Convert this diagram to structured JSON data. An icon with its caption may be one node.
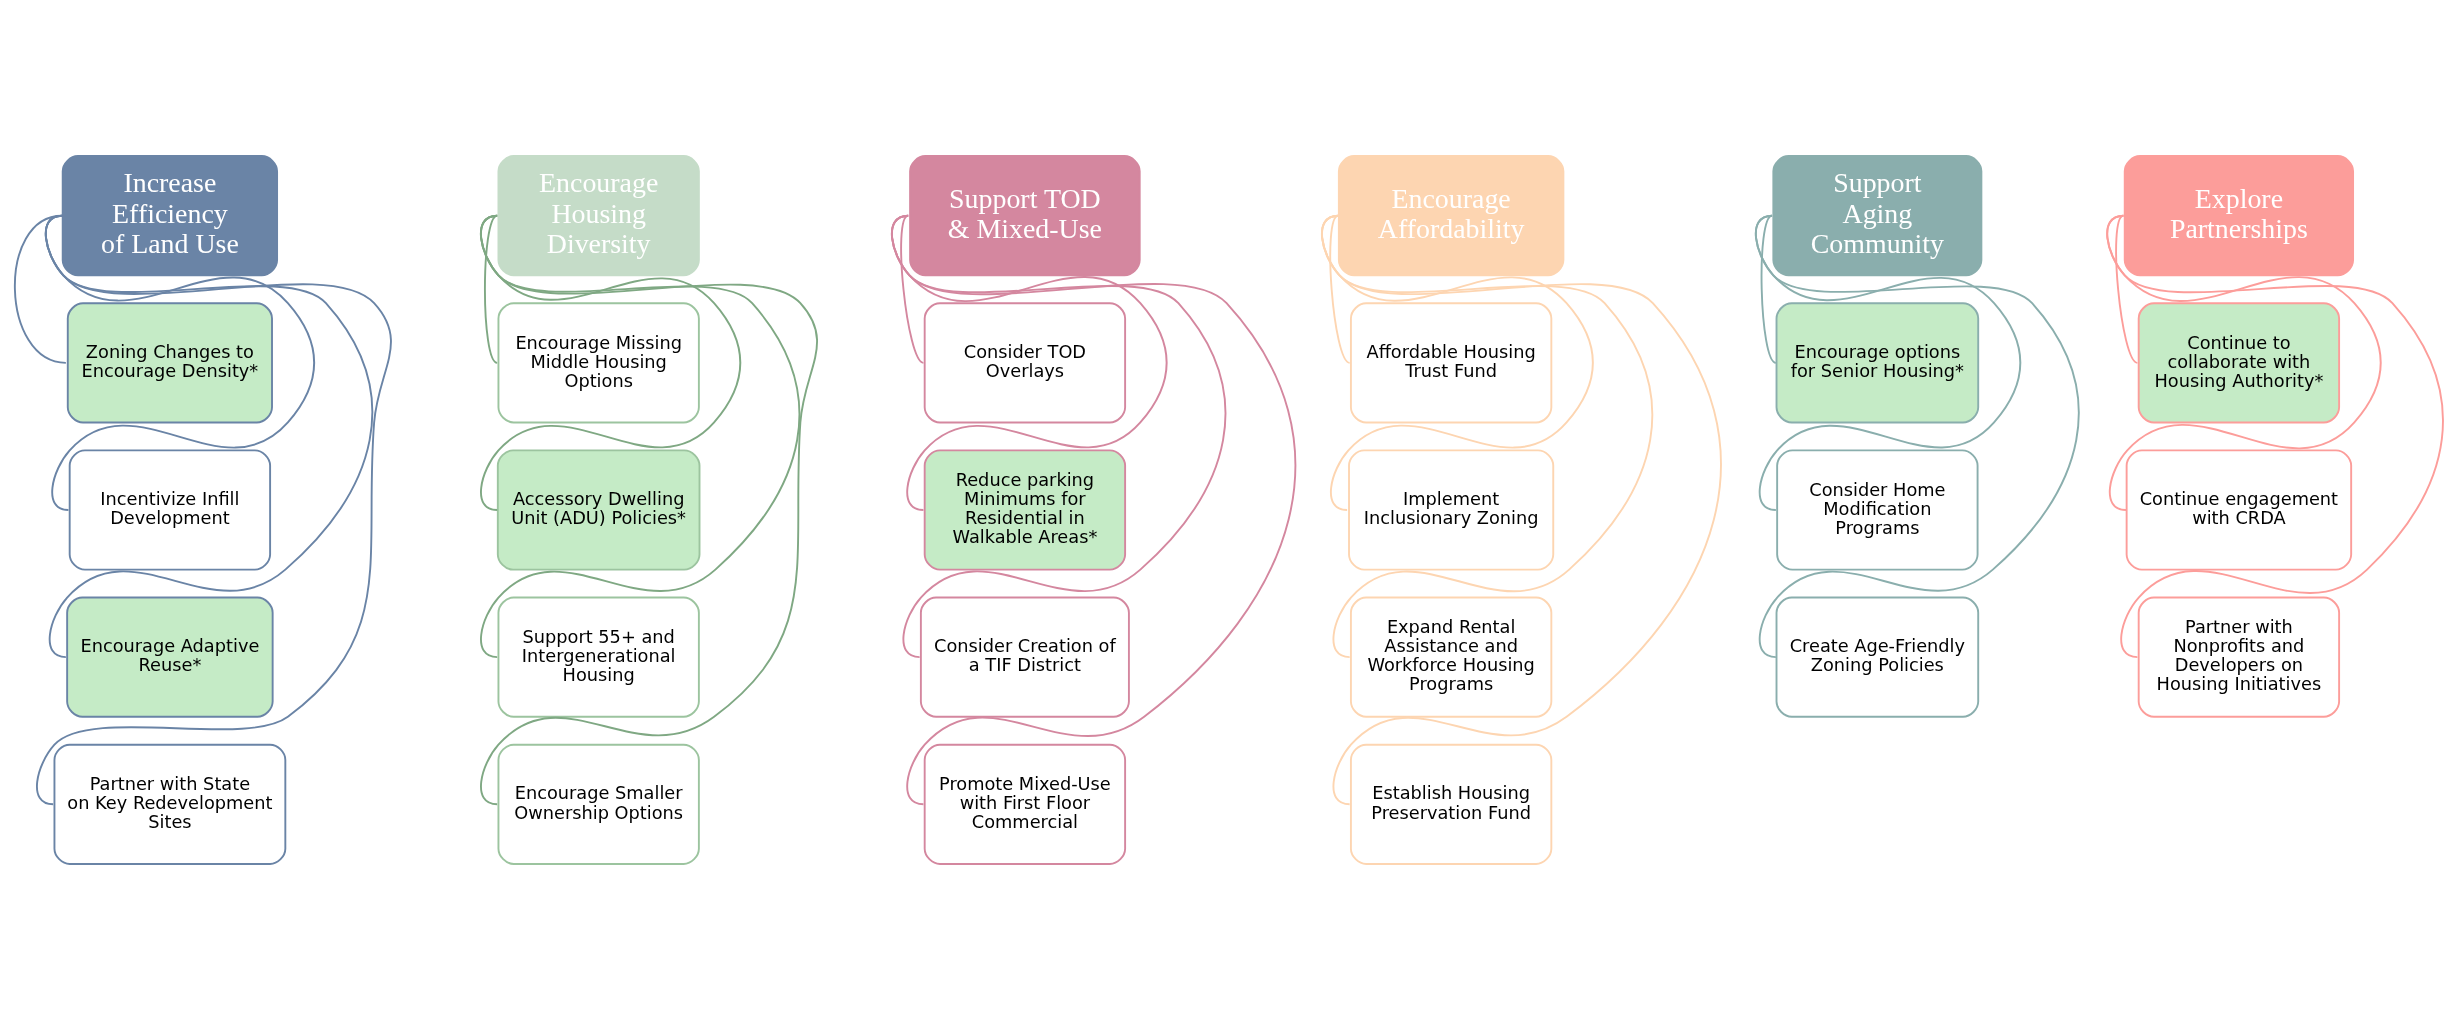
{
  "diagram": {
    "nodes": [
      {
        "text": [
          "Increase Efficiency of Land Use"
        ]
      },
      {
        "text": [
          "Zoning Changes to Encourage Density*"
        ]
      },
      {
        "text": [
          "Incentivize Infill Development"
        ]
      },
      {
        "text": [
          "Encourage Adaptive Reuse*"
        ]
      },
      {
        "text": [
          "Partner with State on Key Redevelopment Sites"
        ]
      },
      {
        "text": [
          "Encourage Housing Diversity"
        ]
      },
      {
        "text": [
          "Encourage Missing Middle Housing Options"
        ]
      },
      {
        "text": [
          "Accessory Dwelling Unit (ADU) Policies*"
        ]
      },
      {
        "text": [
          "Support 55+ and Intergenerational Housing"
        ]
      },
      {
        "text": [
          "Encourage Smaller Ownership Options"
        ]
      },
      {
        "text": [
          "Support TOD & Mixed-Use"
        ]
      },
      {
        "text": [
          "Consider TOD Overlays"
        ]
      },
      {
        "text": [
          "Reduce parking Minimums for Residential in Walkable Areas*"
        ]
      },
      {
        "text": [
          "Consider Creation of a TIF District"
        ]
      },
      {
        "text": [
          "Promote Mixed-Use with First Floor Commercial"
        ]
      },
      {
        "text": [
          "Encourage Affordability"
        ]
      },
      {
        "text": [
          "Affordable Housing Trust Fund"
        ]
      },
      {
        "text": [
          "Implement Inclusionary Zoning"
        ]
      },
      {
        "text": [
          "Expand Rental Assistance and Workforce Housing Programs"
        ]
      },
      {
        "text": [
          "Establish Housing Preservation Fund"
        ]
      },
      {
        "text": [
          "Support Aging Community"
        ]
      },
      {
        "text": [
          "Encourage options for Senior Housing*"
        ]
      },
      {
        "text": [
          "Consider Home Modification Programs"
        ]
      },
      {
        "text": [
          "Create Age-Friendly Zoning Policies"
        ]
      },
      {
        "text": [
          "Explore Partnerships"
        ]
      },
      {
        "text": [
          "Continue to collaborate with Housing Authority*"
        ]
      },
      {
        "text": [
          "Continue engagement with CRDA"
        ]
      },
      {
        "text": [
          "Partner with Nonprofits and Developers on Housing Initiatives"
        ]
      }
    ],
    "edges": [
      {
        "from": 0,
        "to": 1,
        "arrow": "none",
        "color": "#6a84a6"
      },
      {
        "from": 0,
        "to": 2,
        "arrow": "none",
        "color": "#6a84a6"
      },
      {
        "from": 0,
        "to": 3,
        "arrow": "none",
        "color": "#6a84a6"
      },
      {
        "from": 0,
        "to": 4,
        "arrow": "none",
        "color": "#6a84a6"
      },
      {
        "from": 5,
        "to": 6,
        "arrow": "none",
        "color": "#7fa883"
      },
      {
        "from": 5,
        "to": 7,
        "arrow": "none",
        "color": "#7fa883"
      },
      {
        "from": 5,
        "to": 8,
        "arrow": "none",
        "color": "#7fa883"
      },
      {
        "from": 5,
        "to": 9,
        "arrow": "none",
        "color": "#7fa883"
      },
      {
        "from": 10,
        "to": 11,
        "arrow": "none",
        "color": "#d4879f"
      },
      {
        "from": 10,
        "to": 12,
        "arrow": "none",
        "color": "#d4879f"
      },
      {
        "from": 10,
        "to": 13,
        "arrow": "none",
        "color": "#d4879f"
      },
      {
        "from": 10,
        "to": 14,
        "arrow": "none",
        "color": "#d4879f"
      },
      {
        "from": 15,
        "to": 16,
        "arrow": "none",
        "color": "#fdd5b1"
      },
      {
        "from": 15,
        "to": 17,
        "arrow": "none",
        "color": "#fdd5b1"
      },
      {
        "from": 15,
        "to": 18,
        "arrow": "none",
        "color": "#fdd5b1"
      },
      {
        "from": 15,
        "to": 19,
        "arrow": "none",
        "color": "#fdd5b1"
      },
      {
        "from": 20,
        "to": 21,
        "arrow": "none",
        "color": "#8aaead"
      },
      {
        "from": 20,
        "to": 22,
        "arrow": "none",
        "color": "#8aaead"
      },
      {
        "from": 20,
        "to": 23,
        "arrow": "none",
        "color": "#8aaead"
      },
      {
        "from": 24,
        "to": 25,
        "arrow": "none",
        "color": "#fc9d9a"
      },
      {
        "from": 24,
        "to": 26,
        "arrow": "none",
        "color": "#fc9d9a"
      },
      {
        "from": 24,
        "to": 27,
        "arrow": "none",
        "color": "#fc9d9a"
      }
    ]
  }
}
